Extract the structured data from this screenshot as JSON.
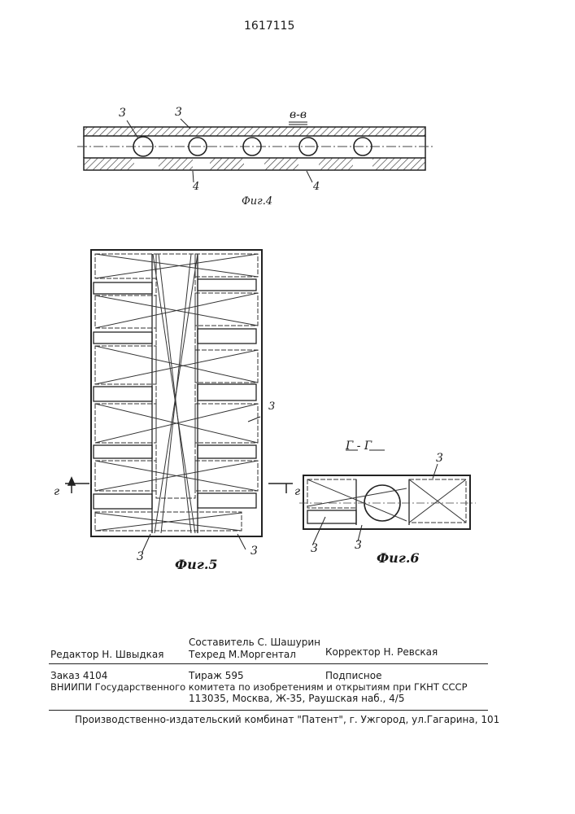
{
  "patent_number": "1617115",
  "fig4": {
    "section_label": "в-в",
    "caption": "Фиг.4",
    "callout_3a": "3",
    "callout_3b": "3",
    "callout_4a": "4",
    "callout_4b": "4"
  },
  "fig5": {
    "caption": "Фиг.5",
    "callout_3_side": "3",
    "callout_3_bottom_left": "3",
    "callout_3_bottom_right": "3",
    "section_mark_left": "г",
    "section_mark_right": "г"
  },
  "fig6": {
    "section_label": "Г - Г",
    "caption": "Фиг.6",
    "callout_3_top": "3",
    "callout_3_left": "3",
    "callout_3_mid": "3"
  },
  "footer": {
    "editor": "Редактор  Н. Швыдкая",
    "compiler": "Составитель С. Шашурин",
    "techred": "Техред М.Моргентал",
    "corrector": "Корректор  Н. Ревская",
    "order": "Заказ  4104",
    "circulation": "Тираж 595",
    "subscription": "Подписное",
    "institute": "ВНИИПИ Государственного комитета по изобретениям и открытиям при ГКНТ СССР",
    "address": "113035, Москва, Ж-35, Раушская наб., 4/5",
    "publisher": "Производственно-издательский комбинат \"Патент\", г. Ужгород, ул.Гагарина, 101"
  }
}
